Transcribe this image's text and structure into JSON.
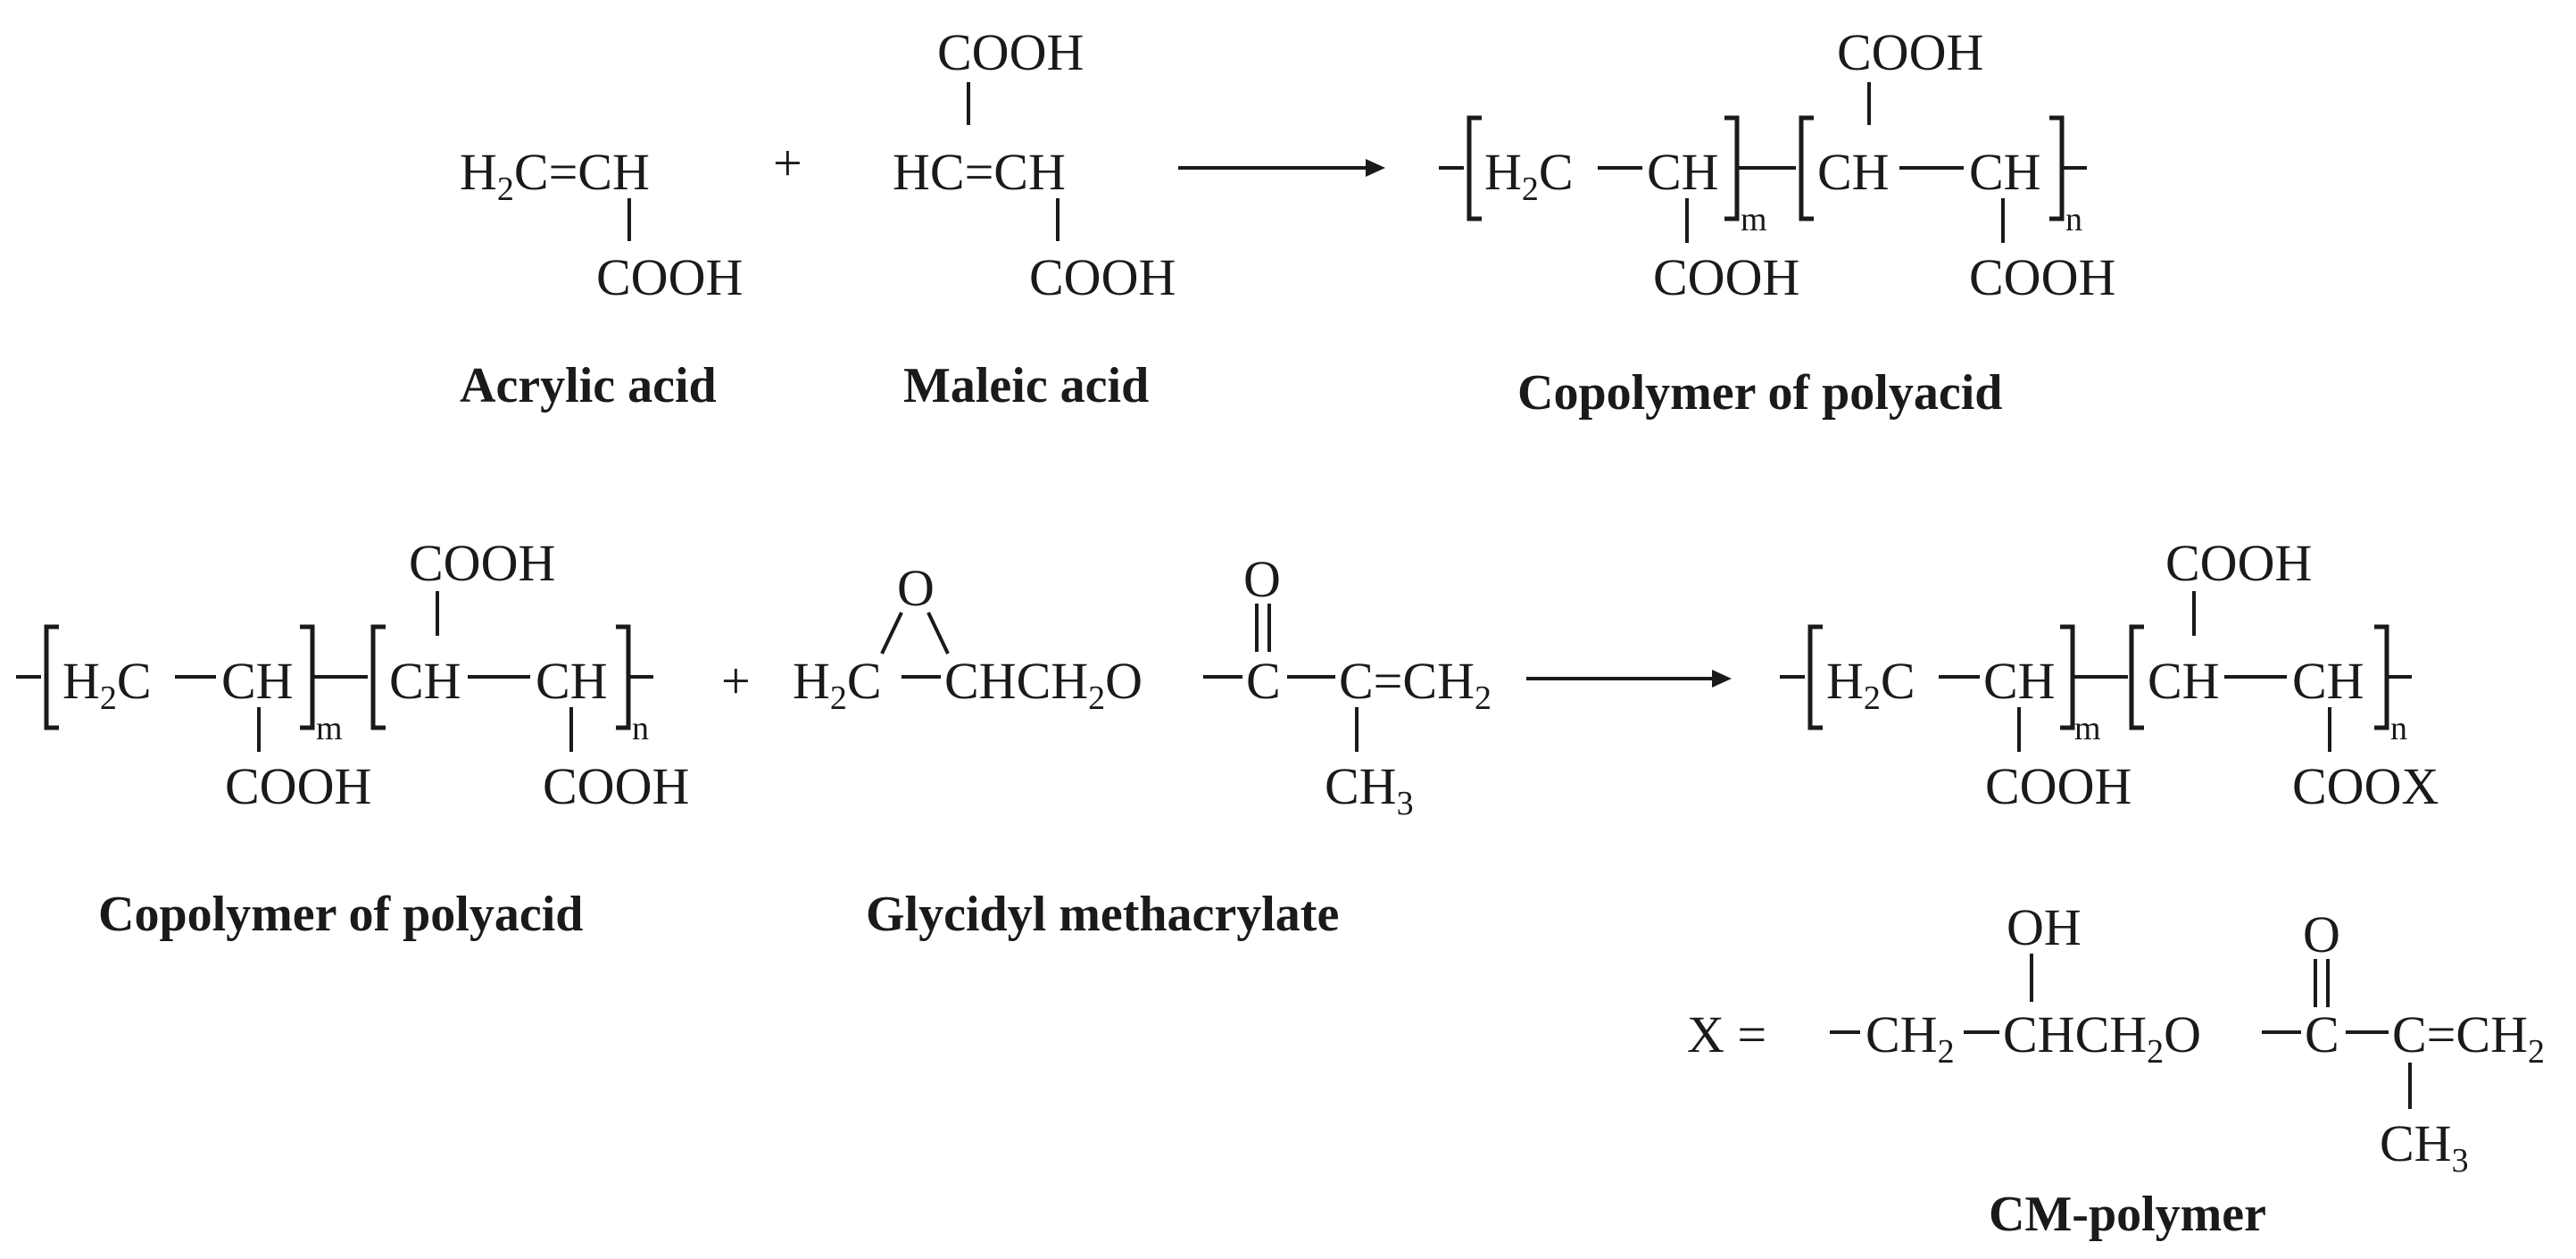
{
  "labels": {
    "acrylic_acid": "Acrylic acid",
    "maleic_acid": "Maleic acid",
    "copolymer1": "Copolymer of polyacid",
    "copolymer2": "Copolymer of polyacid",
    "glycidyl_methacrylate": "Glycidyl methacrylate",
    "cm_polymer": "CM-polymer"
  },
  "text": {
    "plus": "+",
    "cooh": "COOH",
    "coox": "COOX",
    "h2c_ch": "H2C=CH",
    "hc_ch": "HC=CH",
    "h2c": "H2C",
    "ch": "CH",
    "ch3": "CH3",
    "o": "O",
    "c": "C",
    "oh": "OH",
    "m": "m",
    "n": "n",
    "x_eq": "X =",
    "chch2o": "CHCH2O",
    "ch2": "CH2",
    "eq_ch2": "=CH2"
  }
}
